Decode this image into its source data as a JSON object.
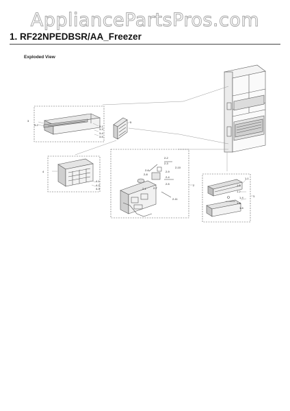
{
  "watermark": "AppliancePartsPros.com",
  "header": {
    "title": "1.  RF22NPEDBSR/AA_Freezer",
    "subtitle": "Exploded View"
  },
  "callouts": {
    "group_3": "3",
    "group_4": "4",
    "group_2": "2",
    "group_1": "1",
    "group_5": "5",
    "p3_1": "3-1",
    "p3_2": "3-2",
    "p3_3": "3-3",
    "p3_4": "3-4",
    "p3_5": "3-5",
    "p4_1": "4-1",
    "p4_2": "4-2",
    "p4_3": "4-3",
    "p2_1": "2-1",
    "p2_2": "2-2",
    "p2_3": "2-3",
    "p2_4": "2-4",
    "p2_5": "2-5",
    "p2_6": "2-6",
    "p2_7": "2-7",
    "p2_8": "2-8",
    "p2_9": "2-9",
    "p2_10": "2-10",
    "p2_11": "2-11",
    "p1_1": "1-1",
    "p1_2": "1-2",
    "p1_3": "1-3",
    "p1_4": "1-4",
    "p1_5": "1-5",
    "p1_6": "1-6"
  }
}
